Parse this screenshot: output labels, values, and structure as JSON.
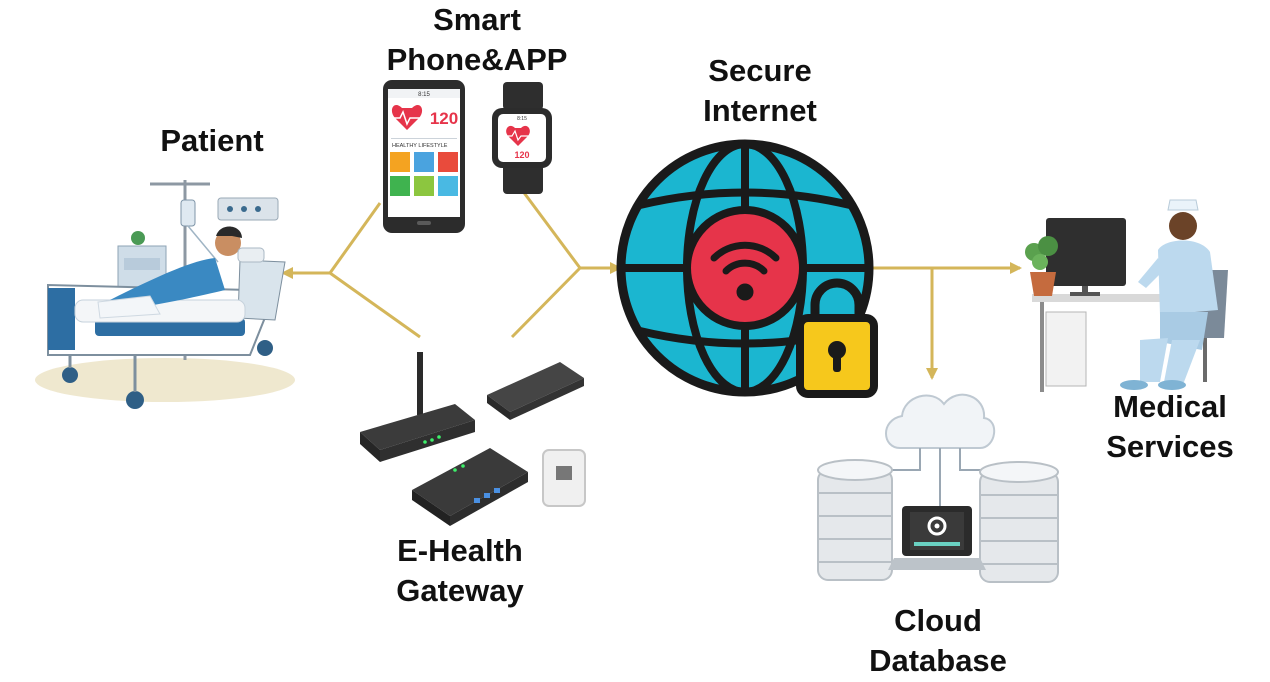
{
  "nodes": {
    "patient": {
      "label": "Patient"
    },
    "smartphone": {
      "label_line1": "Smart",
      "label_line2": "Phone&APP",
      "phone_time": "8:15",
      "heart_value": "120",
      "healthy_caption": "HEALTHY LIFESTYLE",
      "watch_time": "8:15",
      "watch_value": "120"
    },
    "internet": {
      "label_line1": "Secure",
      "label_line2": "Internet"
    },
    "gateway": {
      "label_line1": "E-Health",
      "label_line2": "Gateway"
    },
    "medical": {
      "label_line1": "Medical",
      "label_line2": "Services"
    },
    "cloud": {
      "label_line1": "Cloud",
      "label_line2": "Database"
    }
  },
  "colors": {
    "connector": "#d4b65a",
    "globe": "#1bb6d0",
    "wifi_disc": "#e6344a",
    "lock": "#f6c81c",
    "bed": "#2d6ea3",
    "tile_colors": [
      "#f4a321",
      "#4aa3df",
      "#e94b3c",
      "#3fb34f",
      "#8cc63f",
      "#49b9e3"
    ]
  }
}
